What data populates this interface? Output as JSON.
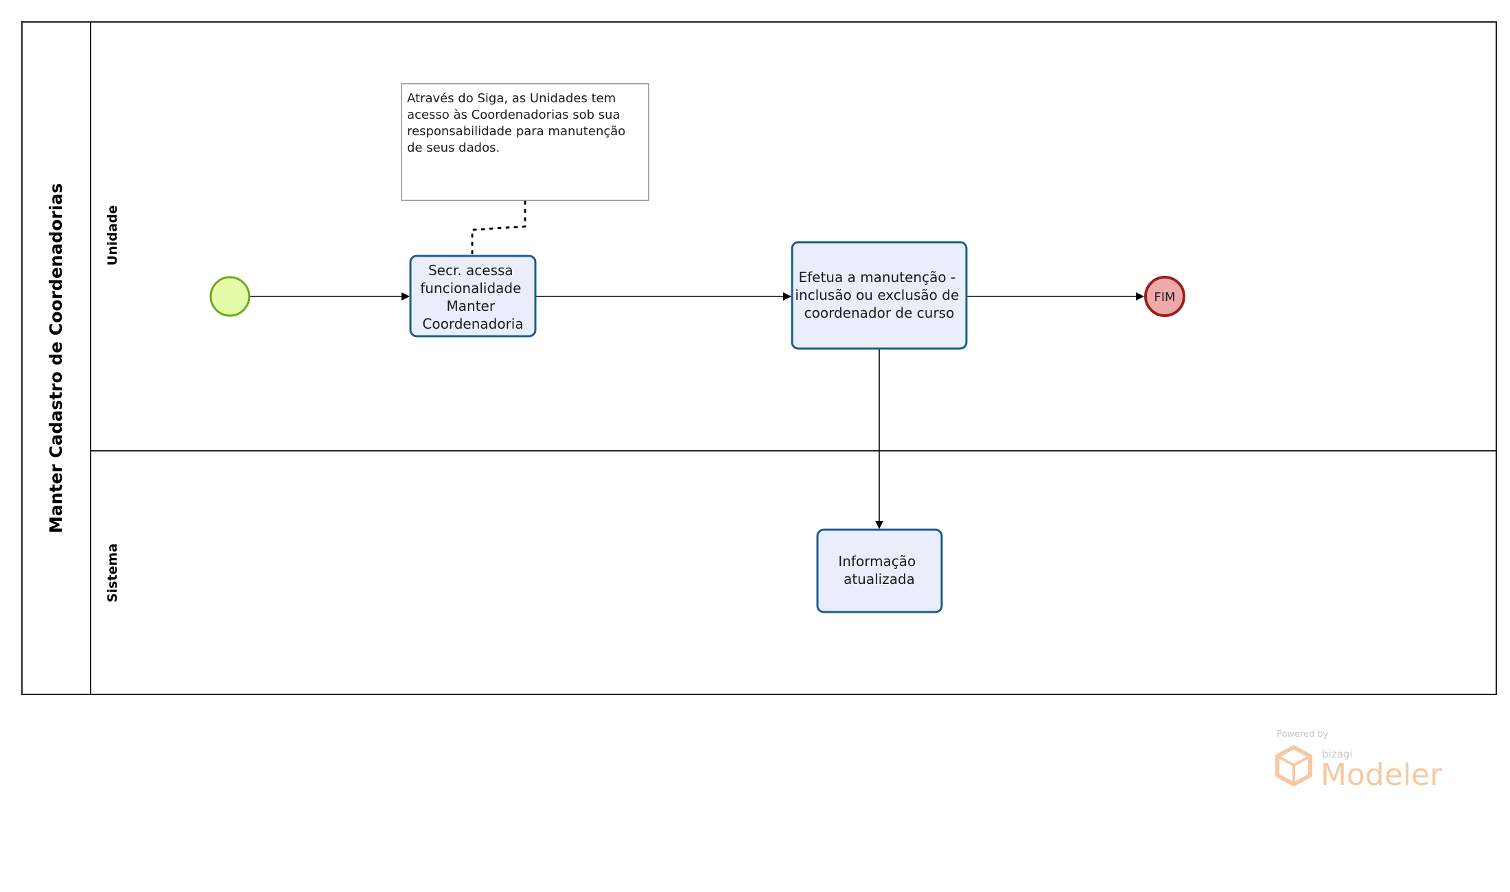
{
  "pool": {
    "title": "Manter Cadastro de Coordenadorias"
  },
  "lanes": [
    {
      "title": "Unidade"
    },
    {
      "title": "Sistema"
    }
  ],
  "tasks": {
    "task1": {
      "lines": [
        "Secr. acessa",
        "funcionalidade",
        "Manter",
        "Coordenadoria"
      ]
    },
    "task2": {
      "lines": [
        "Efetua a manutenção -",
        "inclusão ou exclusão de",
        "coordenador de curso"
      ]
    },
    "task3": {
      "lines": [
        "Informação",
        "atualizada"
      ]
    }
  },
  "annotation": {
    "lines": [
      "Através do Siga, as Unidades tem",
      "acesso às Coordenadorias sob sua",
      "responsabilidade para manutenção",
      "de seus dados."
    ]
  },
  "end_event": {
    "label": "FIM"
  },
  "watermark": {
    "powered_by": "Powered by",
    "brand": "bizagi",
    "product": "Modeler"
  },
  "colors": {
    "task_fill": "#eaeefb",
    "task_stroke": "#1b5c8c",
    "start_fill": "#e5fca8",
    "start_stroke": "#6aa81e",
    "end_fill": "#eeaaaa",
    "end_stroke": "#9c1e1e",
    "line": "#000000",
    "logo": "#f6c9a2"
  }
}
